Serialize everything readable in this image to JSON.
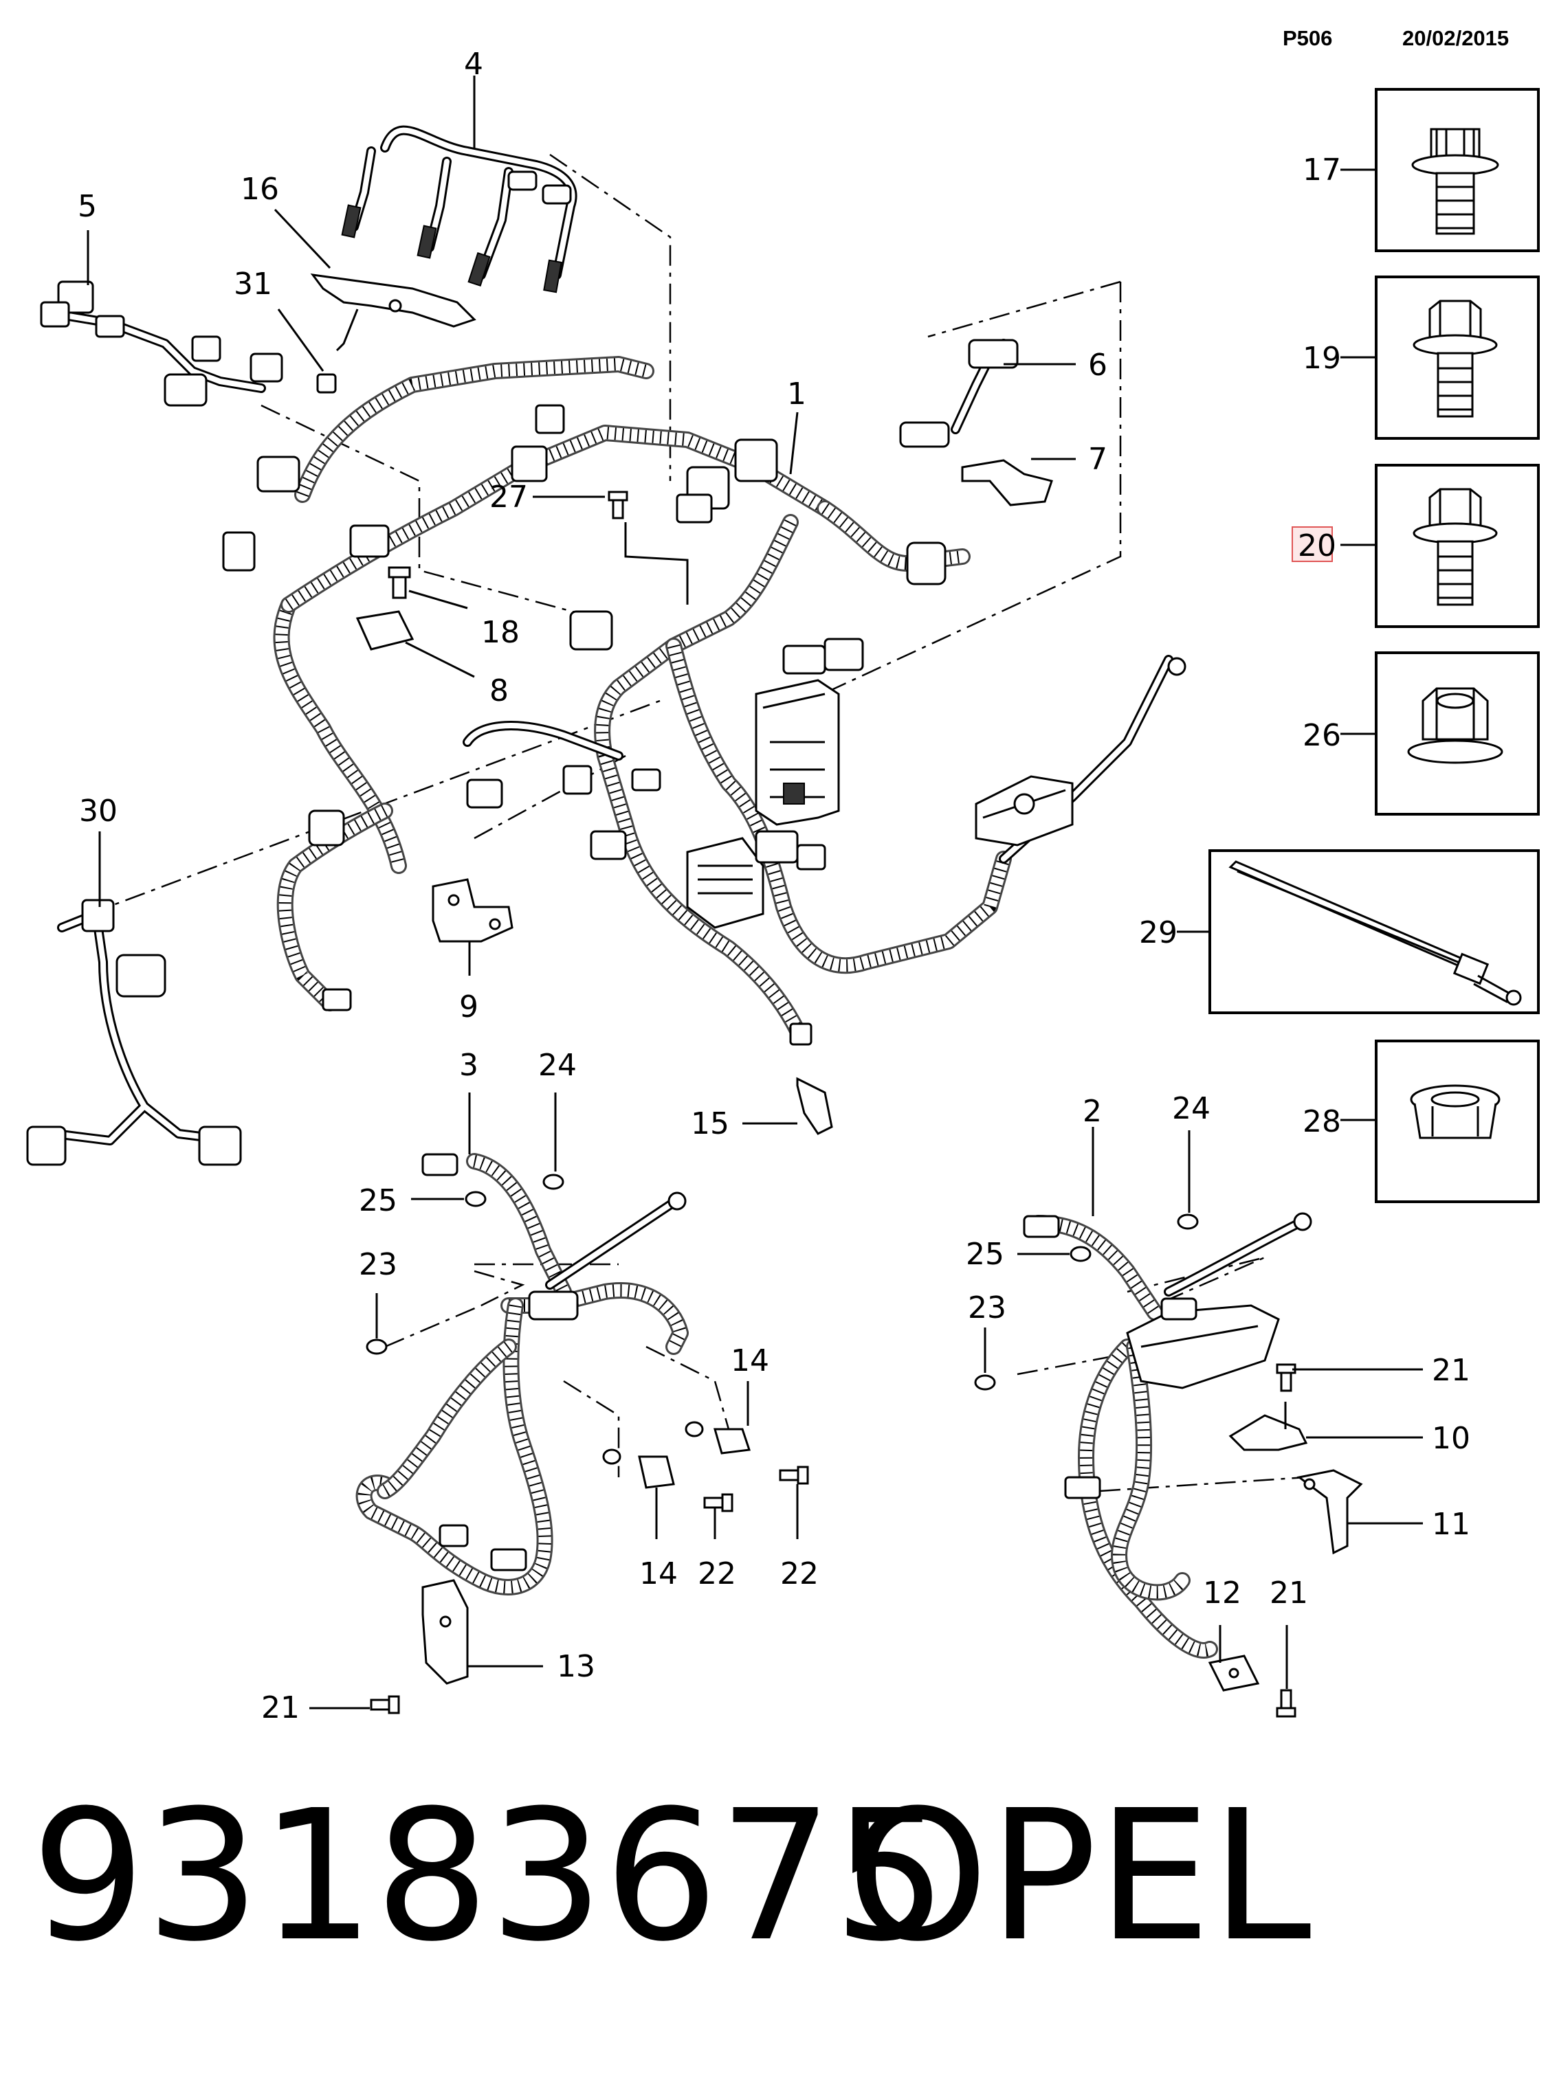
{
  "header": {
    "code": "P506",
    "date": "20/02/2015"
  },
  "footer": {
    "part_number": "93183675",
    "brand": "OPEL"
  },
  "highlighted_callout": "20",
  "callouts": {
    "c1": "1",
    "c2": "2",
    "c3": "3",
    "c4": "4",
    "c5": "5",
    "c6": "6",
    "c7": "7",
    "c8": "8",
    "c9": "9",
    "c10": "10",
    "c11": "11",
    "c12": "12",
    "c13": "13",
    "c14a": "14",
    "c14b": "14",
    "c15": "15",
    "c16": "16",
    "c17": "17",
    "c18": "18",
    "c19": "19",
    "c20": "20",
    "c21a": "21",
    "c21b": "21",
    "c21c": "21",
    "c22a": "22",
    "c22b": "22",
    "c23a": "23",
    "c23b": "23",
    "c24a": "24",
    "c24b": "24",
    "c25a": "25",
    "c25b": "25",
    "c26": "26",
    "c27": "27",
    "c28": "28",
    "c29": "29",
    "c30": "30",
    "c31": "31"
  },
  "fastener_panels": [
    {
      "item": "17",
      "icon": "torx-flange-bolt-icon"
    },
    {
      "item": "19",
      "icon": "hex-flange-bolt-icon"
    },
    {
      "item": "20",
      "icon": "hex-flange-bolt-icon"
    },
    {
      "item": "26",
      "icon": "flange-nut-icon"
    },
    {
      "item": "29",
      "icon": "cable-tie-icon"
    },
    {
      "item": "28",
      "icon": "push-nut-icon"
    }
  ],
  "colors": {
    "highlight_fill": "#fde8e8",
    "highlight_stroke": "#e05555"
  }
}
